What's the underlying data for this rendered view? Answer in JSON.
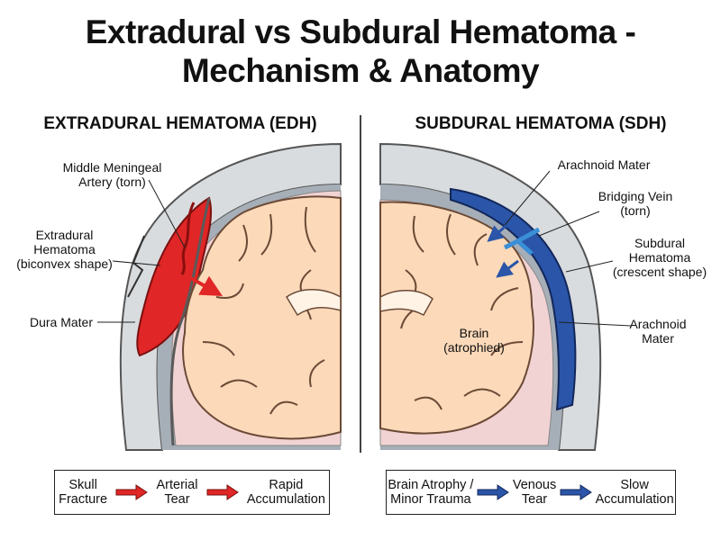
{
  "title_line1": "Extradural vs Subdural Hematoma -",
  "title_line2": "Mechanism & Anatomy",
  "edh": {
    "heading": "EXTRADURAL HEMATOMA (EDH)",
    "labels": {
      "artery_line1": "Middle Meningeal",
      "artery_line2": "Artery (torn)",
      "hematoma_line1": "Extradural",
      "hematoma_line2": "Hematoma",
      "hematoma_line3": "(biconvex shape)",
      "dura": "Dura Mater"
    },
    "flow": {
      "step1_line1": "Skull",
      "step1_line2": "Fracture",
      "step2_line1": "Arterial",
      "step2_line2": "Tear",
      "step3_line1": "Rapid",
      "step3_line2": "Accumulation"
    },
    "color": "#e02626"
  },
  "sdh": {
    "heading": "SUBDURAL HEMATOMA (SDH)",
    "labels": {
      "arachnoid_top": "Arachnoid Mater",
      "vein_line1": "Bridging Vein",
      "vein_line2": "(torn)",
      "hematoma_line1": "Subdural",
      "hematoma_line2": "Hematoma",
      "hematoma_line3": "(crescent shape)",
      "arachnoid_line1": "Arachnoid",
      "arachnoid_line2": "Mater",
      "brain_line1": "Brain",
      "brain_line2": "(atrophied)"
    },
    "flow": {
      "step1_line1": "Brain Atrophy /",
      "step1_line2": "Minor Trauma",
      "step2_line1": "Venous",
      "step2_line2": "Tear",
      "step3_line1": "Slow",
      "step3_line2": "Accumulation"
    },
    "color": "#2a55a8"
  },
  "colors": {
    "brain": "#fbd9b9",
    "brain_outline": "#6b4a36",
    "skull": "#d9dcdf",
    "space": "#a6aeb7",
    "membrane": "#f2d3d3"
  }
}
